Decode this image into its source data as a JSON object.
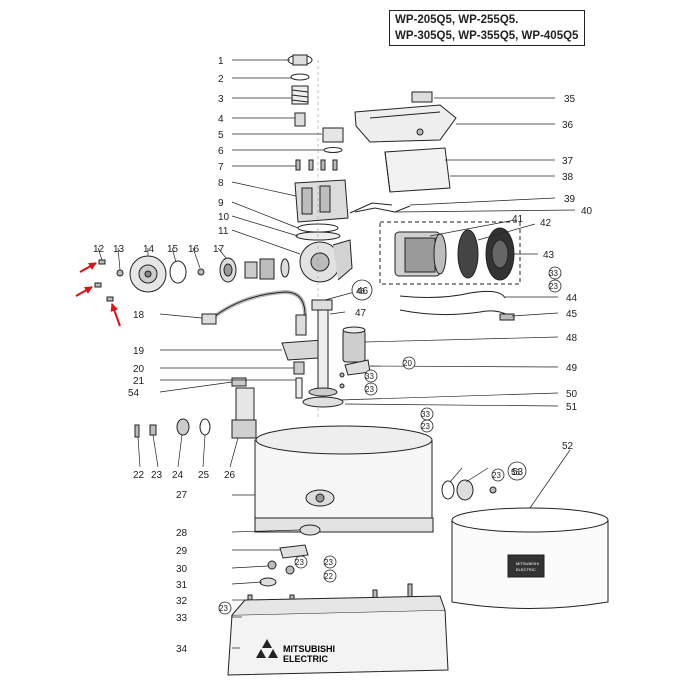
{
  "models": {
    "line1": "WP-205Q5, WP-255Q5.",
    "line2": "WP-305Q5, WP-355Q5, WP-405Q5"
  },
  "brand": {
    "name_line1": "MITSUBISHI",
    "name_line2": "ELECTRIC"
  },
  "part_numbers": [
    "1",
    "2",
    "3",
    "4",
    "5",
    "6",
    "7",
    "8",
    "9",
    "10",
    "11",
    "12",
    "13",
    "14",
    "15",
    "16",
    "17",
    "18",
    "19",
    "20",
    "21",
    "22",
    "23",
    "24",
    "25",
    "26",
    "27",
    "28",
    "29",
    "30",
    "31",
    "32",
    "33",
    "34",
    "35",
    "36",
    "37",
    "38",
    "39",
    "40",
    "41",
    "42",
    "43",
    "44",
    "45",
    "46",
    "47",
    "48",
    "49",
    "50",
    "51",
    "52",
    "53",
    "54"
  ],
  "circled_numbers": [
    "20",
    "23",
    "33",
    "46",
    "53",
    "22"
  ],
  "colors": {
    "line": "#222222",
    "callout_arrow": "#e01010",
    "shade": "#d8d8d8"
  },
  "icons": [
    "red-arrow-icon",
    "mitsubishi-logo-icon"
  ]
}
